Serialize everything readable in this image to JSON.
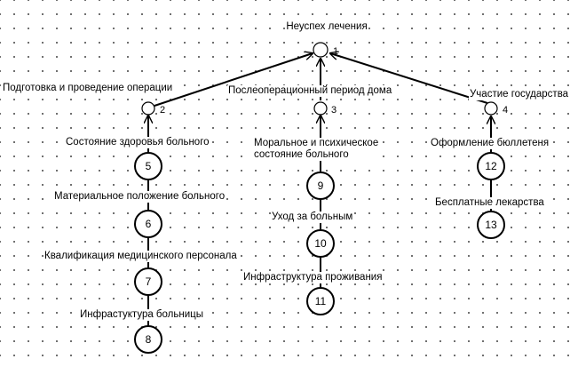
{
  "root": {
    "label": "Неуспех лечения",
    "number": "1"
  },
  "branches": [
    {
      "label": "Подготовка и проведение операции",
      "number": "2",
      "factors": [
        {
          "label": "Состояние здоровья больного",
          "number": "5"
        },
        {
          "label": "Материальное положение больного",
          "number": "6"
        },
        {
          "label": "Квалификация медицинского персонала",
          "number": "7"
        },
        {
          "label": "Инфрастуктура больницы",
          "number": "8"
        }
      ]
    },
    {
      "label": "Послеоперационный период дома",
      "number": "3",
      "factors": [
        {
          "label": "Моральное и психическое\nсостояние больного",
          "number": "9"
        },
        {
          "label": "Уход за больным",
          "number": "10"
        },
        {
          "label": "Инфраструктура проживания",
          "number": "11"
        }
      ]
    },
    {
      "label": "Участие государства",
      "number": "4",
      "factors": [
        {
          "label": "Оформление бюллетеня",
          "number": "12"
        },
        {
          "label": "Бесплатные лекарства",
          "number": "13"
        }
      ]
    }
  ],
  "colors": {
    "line": "#000000",
    "node_fill": "#ffffff",
    "grid_dot": "#5a5a5a"
  }
}
